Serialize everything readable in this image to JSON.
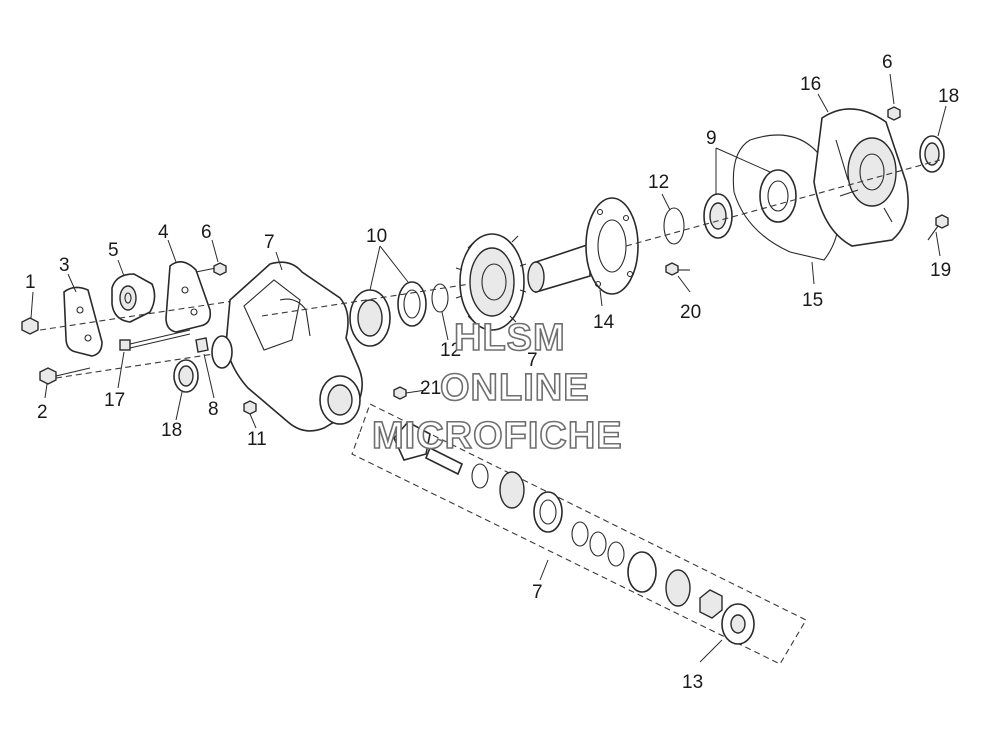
{
  "callouts": {
    "c1": "1",
    "c2": "2",
    "c3": "3",
    "c4": "4",
    "c5": "5",
    "c6a": "6",
    "c6b": "6",
    "c7a": "7",
    "c7b": "7",
    "c7c": "7",
    "c8": "8",
    "c9": "9",
    "c10": "10",
    "c11": "11",
    "c12a": "12",
    "c12b": "12",
    "c13": "13",
    "c14": "14",
    "c15": "15",
    "c16": "16",
    "c17": "17",
    "c18a": "18",
    "c18b": "18",
    "c19": "19",
    "c20": "20",
    "c21": "21"
  },
  "watermark": {
    "line1": "HLSM",
    "line2": "ONLINE",
    "line3": "MICROFICHE"
  }
}
